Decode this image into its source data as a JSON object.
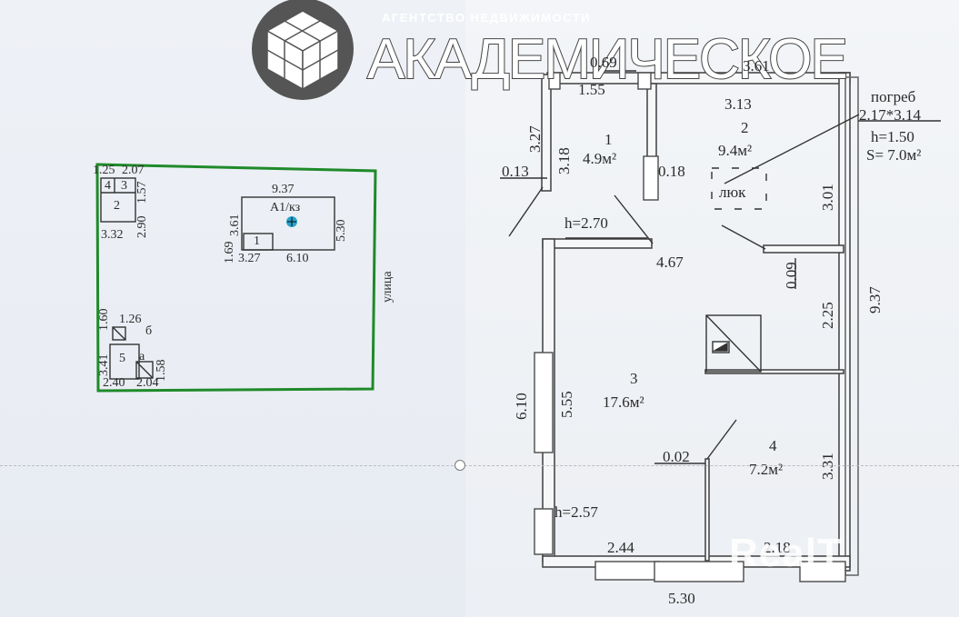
{
  "logo": {
    "subtitle": "АГЕНТСТВО НЕДВИЖИМОСТИ",
    "name": "АКАДЕМИЧЕСКОЕ"
  },
  "watermark": "RealT",
  "site_plan": {
    "outline_color": "#1f8a2a",
    "dims": {
      "top_a": "1.25",
      "top_b": "2.07",
      "h_157": "1.57",
      "h_290": "2.90",
      "w_332": "3.32",
      "b1_937": "9.37",
      "b1_361": "3.61",
      "b1_169": "1.69",
      "b1_530": "5.30",
      "b1_327": "3.27",
      "b1_610": "6.10",
      "c_126": "1.26",
      "c_160": "1.60",
      "c_341": "3.41",
      "c_158": "1.58",
      "c_240": "2.40",
      "c_204": "2.04"
    },
    "labels": {
      "n4": "4",
      "n3": "3",
      "n2": "2",
      "n1": "1",
      "n5": "5",
      "a1": "А1/кз",
      "b": "б",
      "a": "а",
      "street": "улица"
    }
  },
  "floor_plan": {
    "dims": {
      "d_069": "0.69",
      "d_155": "1.55",
      "d_361": "3.61",
      "d_313": "3.13",
      "d_327": "3.27",
      "d_318": "3.18",
      "d_013": "0.13",
      "d_018": "0.18",
      "d_301": "3.01",
      "d_937": "9.37",
      "d_467": "4.67",
      "d_009": "0.09",
      "d_225": "2.25",
      "d_610": "6.10",
      "d_555": "5.55",
      "d_002": "0.02",
      "d_331": "3.31",
      "d_244": "2.44",
      "d_218": "2.18",
      "d_530": "5.30"
    },
    "heights": {
      "h1": "h=2.70",
      "h2": "h=2.57"
    },
    "rooms": [
      {
        "num": "1",
        "area": "4.9м²"
      },
      {
        "num": "2",
        "area": "9.4м²"
      },
      {
        "num": "3",
        "area": "17.6м²"
      },
      {
        "num": "4",
        "area": "7.2м²"
      }
    ],
    "hatch": "люк",
    "cellar": {
      "title": "погреб",
      "size": "2.17*3.14",
      "height": "h=1.50",
      "area": "S= 7.0м²"
    }
  }
}
